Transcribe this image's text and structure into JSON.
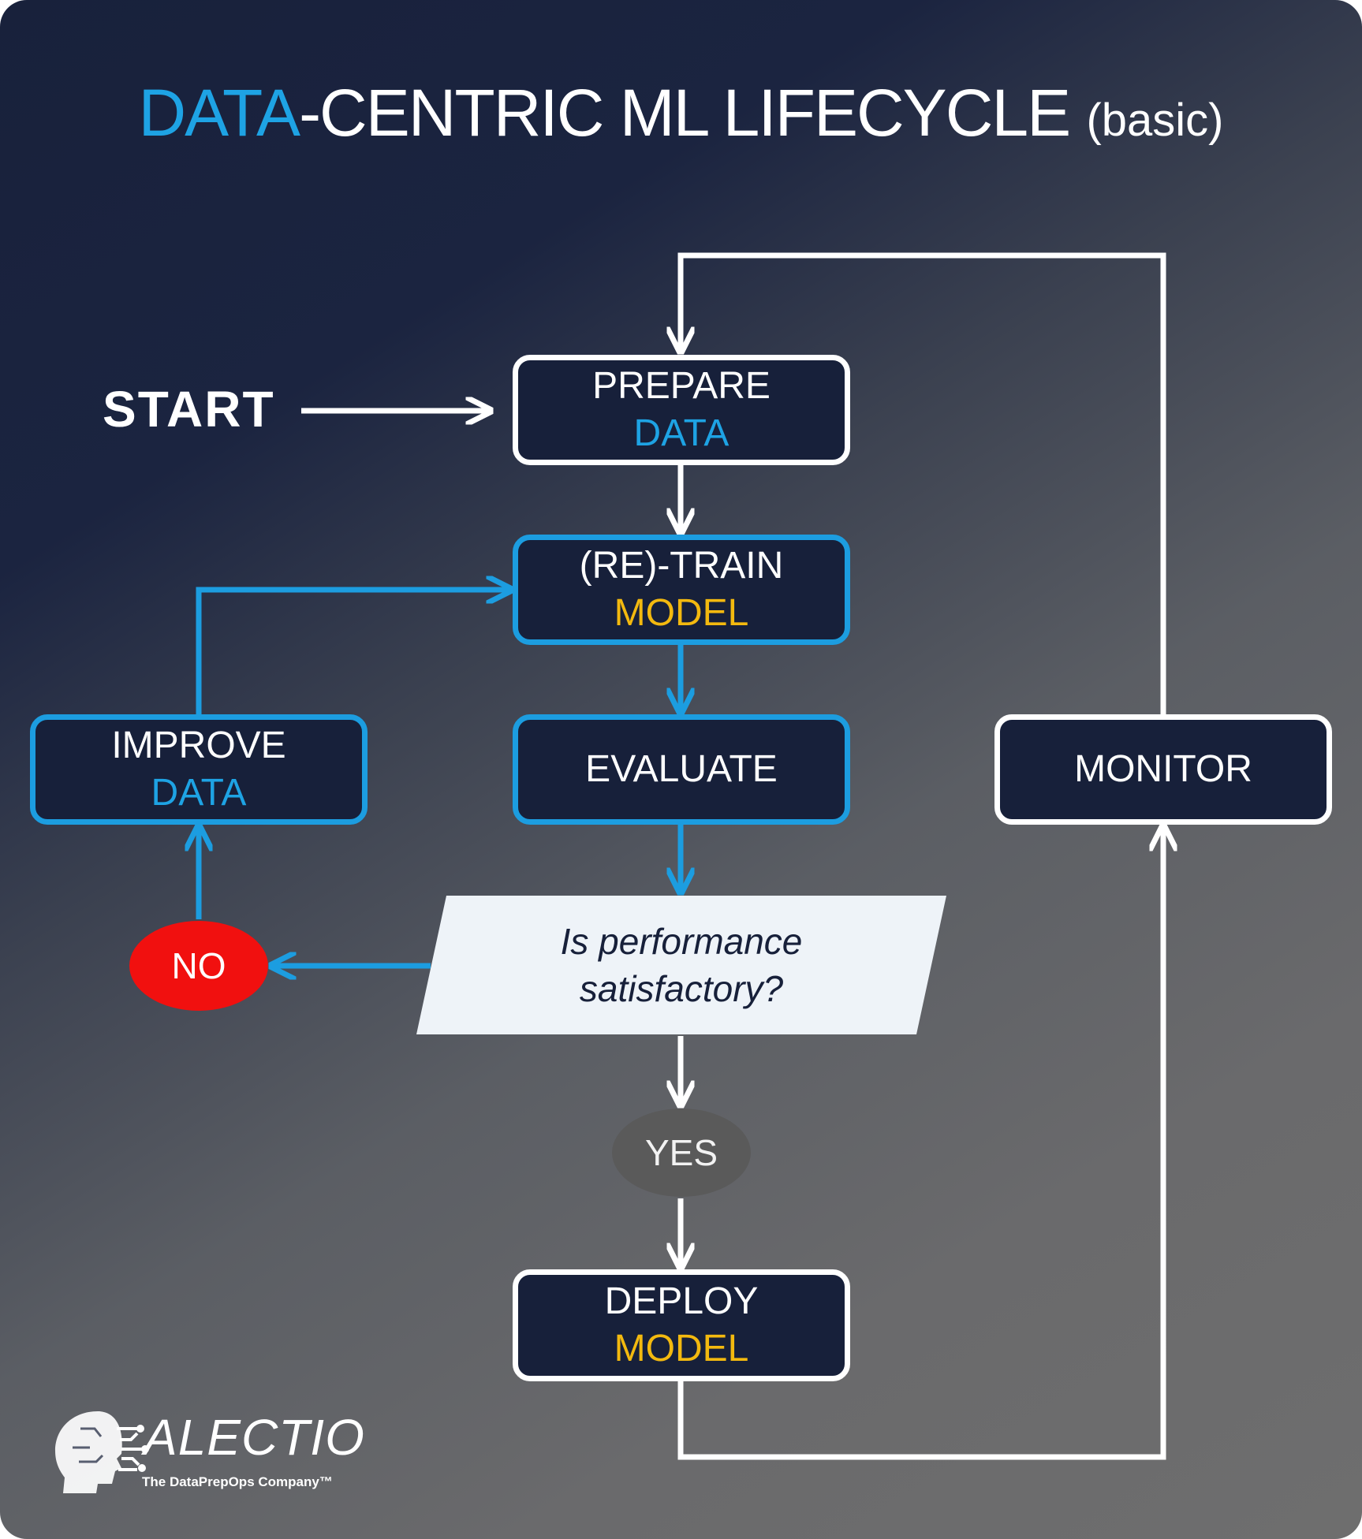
{
  "title": {
    "highlight": "DATA",
    "main": "-CENTRIC ML LIFECYCLE",
    "sub": "(basic)"
  },
  "start_label": "START",
  "nodes": {
    "prepare": {
      "line1": "PREPARE",
      "line2": "DATA"
    },
    "retrain": {
      "line1": "(RE)-TRAIN",
      "line2": "MODEL"
    },
    "evaluate": {
      "label": "EVALUATE"
    },
    "improve": {
      "line1": "IMPROVE",
      "line2": "DATA"
    },
    "monitor": {
      "label": "MONITOR"
    },
    "decision": {
      "line1": "Is performance",
      "line2": "satisfactory?"
    },
    "no": {
      "label": "NO"
    },
    "yes": {
      "label": "YES"
    },
    "deploy": {
      "line1": "DEPLOY",
      "line2": "MODEL"
    }
  },
  "logo": {
    "name": "ALECTIO",
    "tagline": "The DataPrepOps Company™"
  },
  "colors": {
    "accent_blue": "#1ea3e4",
    "accent_yellow": "#f3b90f",
    "no_red": "#f1100f",
    "box_fill": "#17203a"
  }
}
